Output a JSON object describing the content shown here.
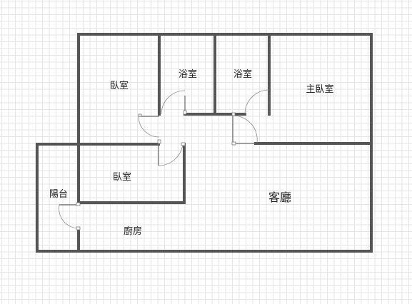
{
  "rooms": {
    "bedroom_upper": "臥室",
    "bath_left": "浴室",
    "bath_right": "浴室",
    "master_bedroom": "主臥室",
    "bedroom_lower": "臥室",
    "balcony": "陽台",
    "living_room": "客廳",
    "kitchen": "廚房"
  },
  "colors": {
    "wall": "#555555",
    "grid": "#e4e4e4",
    "door": "#666666",
    "label": "#222222"
  }
}
